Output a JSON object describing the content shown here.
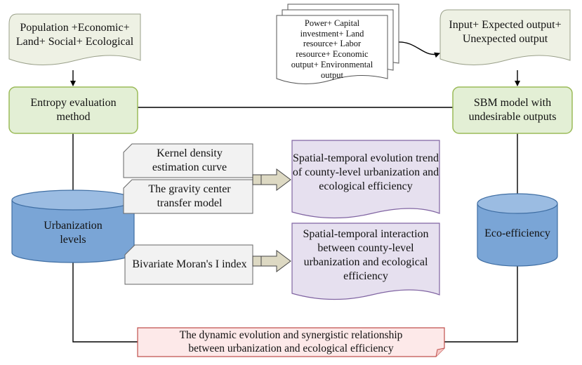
{
  "inputs": {
    "entropy_indicators": "Population +Economic+\nLand+ Social+ Ecological",
    "sbm_indicators": "Power+ Capital\ninvestment+ Land\nresource+ Labor\nresource+ Economic\noutput+ Environmental\noutput",
    "sbm_io": "Input+ Expected output+\nUnexpected output"
  },
  "models": {
    "entropy": "Entropy evaluation\nmethod",
    "sbm": "SBM model with\nundesirable outputs"
  },
  "databases": {
    "urbanization": "Urbanization\nlevels",
    "eco_efficiency": "Eco-efficiency"
  },
  "methods": {
    "kernel_density": "Kernel density\nestimation curve",
    "gravity_center": "The gravity center\ntransfer model",
    "bivariate_moran": "Bivariate Moran's I index"
  },
  "results": {
    "evolution_trend": "Spatial-temporal evolution trend\nof county-level urbanization and\necological efficiency",
    "interaction": "Spatial-temporal interaction\nbetween county-level\nurbanization and ecological\nefficiency",
    "synergy": "The dynamic evolution and synergistic relationship\nbetween urbanization and ecological efficiency"
  },
  "colors": {
    "input_fill": "#eef1e4",
    "model_fill": "#e3efd5",
    "model_stroke": "#9bbb59",
    "database_fill": "#7aa5d6",
    "database_stroke": "#3f6ea3",
    "method_fill": "#f2f2f2",
    "result_fill": "#e6e0ef",
    "result_stroke": "#8064a2",
    "synergy_fill": "#fde9e9",
    "synergy_stroke": "#c0504d",
    "arrow_fill": "#ddd9c3",
    "line": "#000000"
  }
}
